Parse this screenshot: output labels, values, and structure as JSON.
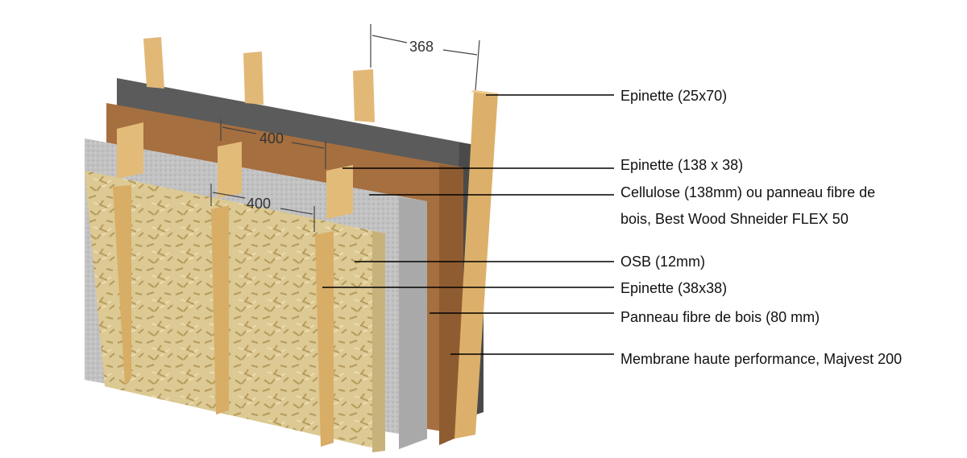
{
  "dimensions": {
    "top_spacing": "368",
    "middle_spacing": "400",
    "front_spacing": "400"
  },
  "layers": [
    {
      "label": "Epinette (25x70)"
    },
    {
      "label": "Epinette (138 x 38)"
    },
    {
      "label": "Cellulose (138mm) ou panneau fibre de"
    },
    {
      "label": "bois, Best Wood Shneider FLEX 50"
    },
    {
      "label": "OSB (12mm)"
    },
    {
      "label": "Epinette (38x38)"
    },
    {
      "label": "Panneau fibre de bois (80 mm)"
    },
    {
      "label": "Membrane haute performance, Majvest 200"
    }
  ],
  "colors": {
    "membrane": "#5f5f5f",
    "fiberboard": "#a8713f",
    "cellulose": "#c4c4c4",
    "osb": "#d9c58e",
    "spruce": "#ddb46e"
  }
}
